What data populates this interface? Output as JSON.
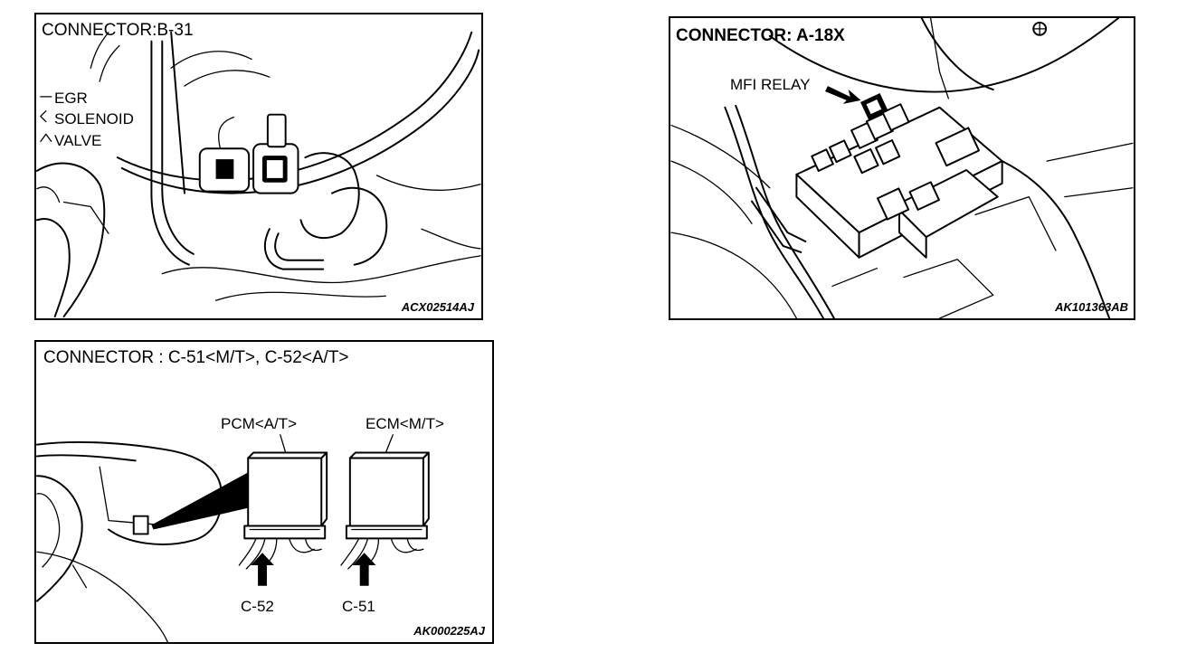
{
  "panels": [
    {
      "title": "CONNECTOR:B-31",
      "code": "ACX02514AJ",
      "labels": [
        "EGR",
        "SOLENOID",
        "VALVE"
      ]
    },
    {
      "title": "CONNECTOR: A-18X",
      "code": "AK101363AB",
      "labels": [
        "MFI RELAY"
      ]
    },
    {
      "title": "CONNECTOR : C-51<M/T>, C-52<A/T>",
      "code": "AK000225AJ",
      "labels": [
        "PCM<A/T>",
        "ECM<M/T>",
        "C-52",
        "C-51"
      ]
    }
  ]
}
